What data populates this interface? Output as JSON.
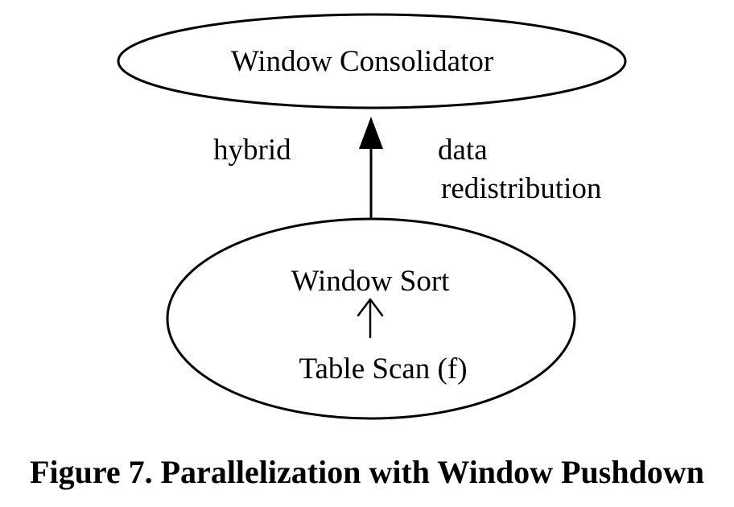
{
  "diagram": {
    "nodes": {
      "consolidator": {
        "label": "Window Consolidator"
      },
      "sort_scan": {
        "top_label": "Window Sort",
        "bottom_label": "Table Scan (f)"
      }
    },
    "edge": {
      "left_label": "hybrid",
      "right_label_line1": "data",
      "right_label_line2": "redistribution"
    },
    "caption": "Figure 7. Parallelization with Window Pushdown"
  }
}
